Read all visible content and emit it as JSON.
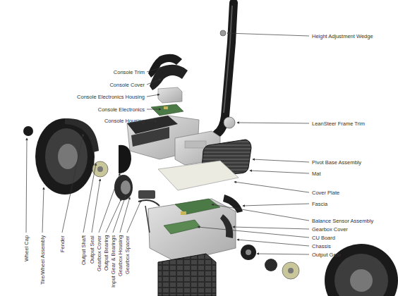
{
  "diagram": {
    "labels": [
      "Console Trim",
      "Console Cover",
      "Console Electronics Housing",
      "Console Electronics",
      "Console Housing",
      "Height Adjustment Wedge",
      "LeanSteer Frame Trim",
      "Pivot Base Assembly",
      "Mat",
      "Cover Plate",
      "Fascia",
      "Balance Sensor Assembly",
      "Gearbox Cover",
      "CU Board",
      "Chassis",
      "Output Gear",
      "Wheel Cap",
      "Tire/Wheel Assembly",
      "Fender",
      "Output Shaft",
      "Output Seal",
      "Gearbox Cover",
      "Output Bearing",
      "Input Gear & Bearings",
      "Gearbox Housing",
      "Gearbox Spacer"
    ]
  }
}
